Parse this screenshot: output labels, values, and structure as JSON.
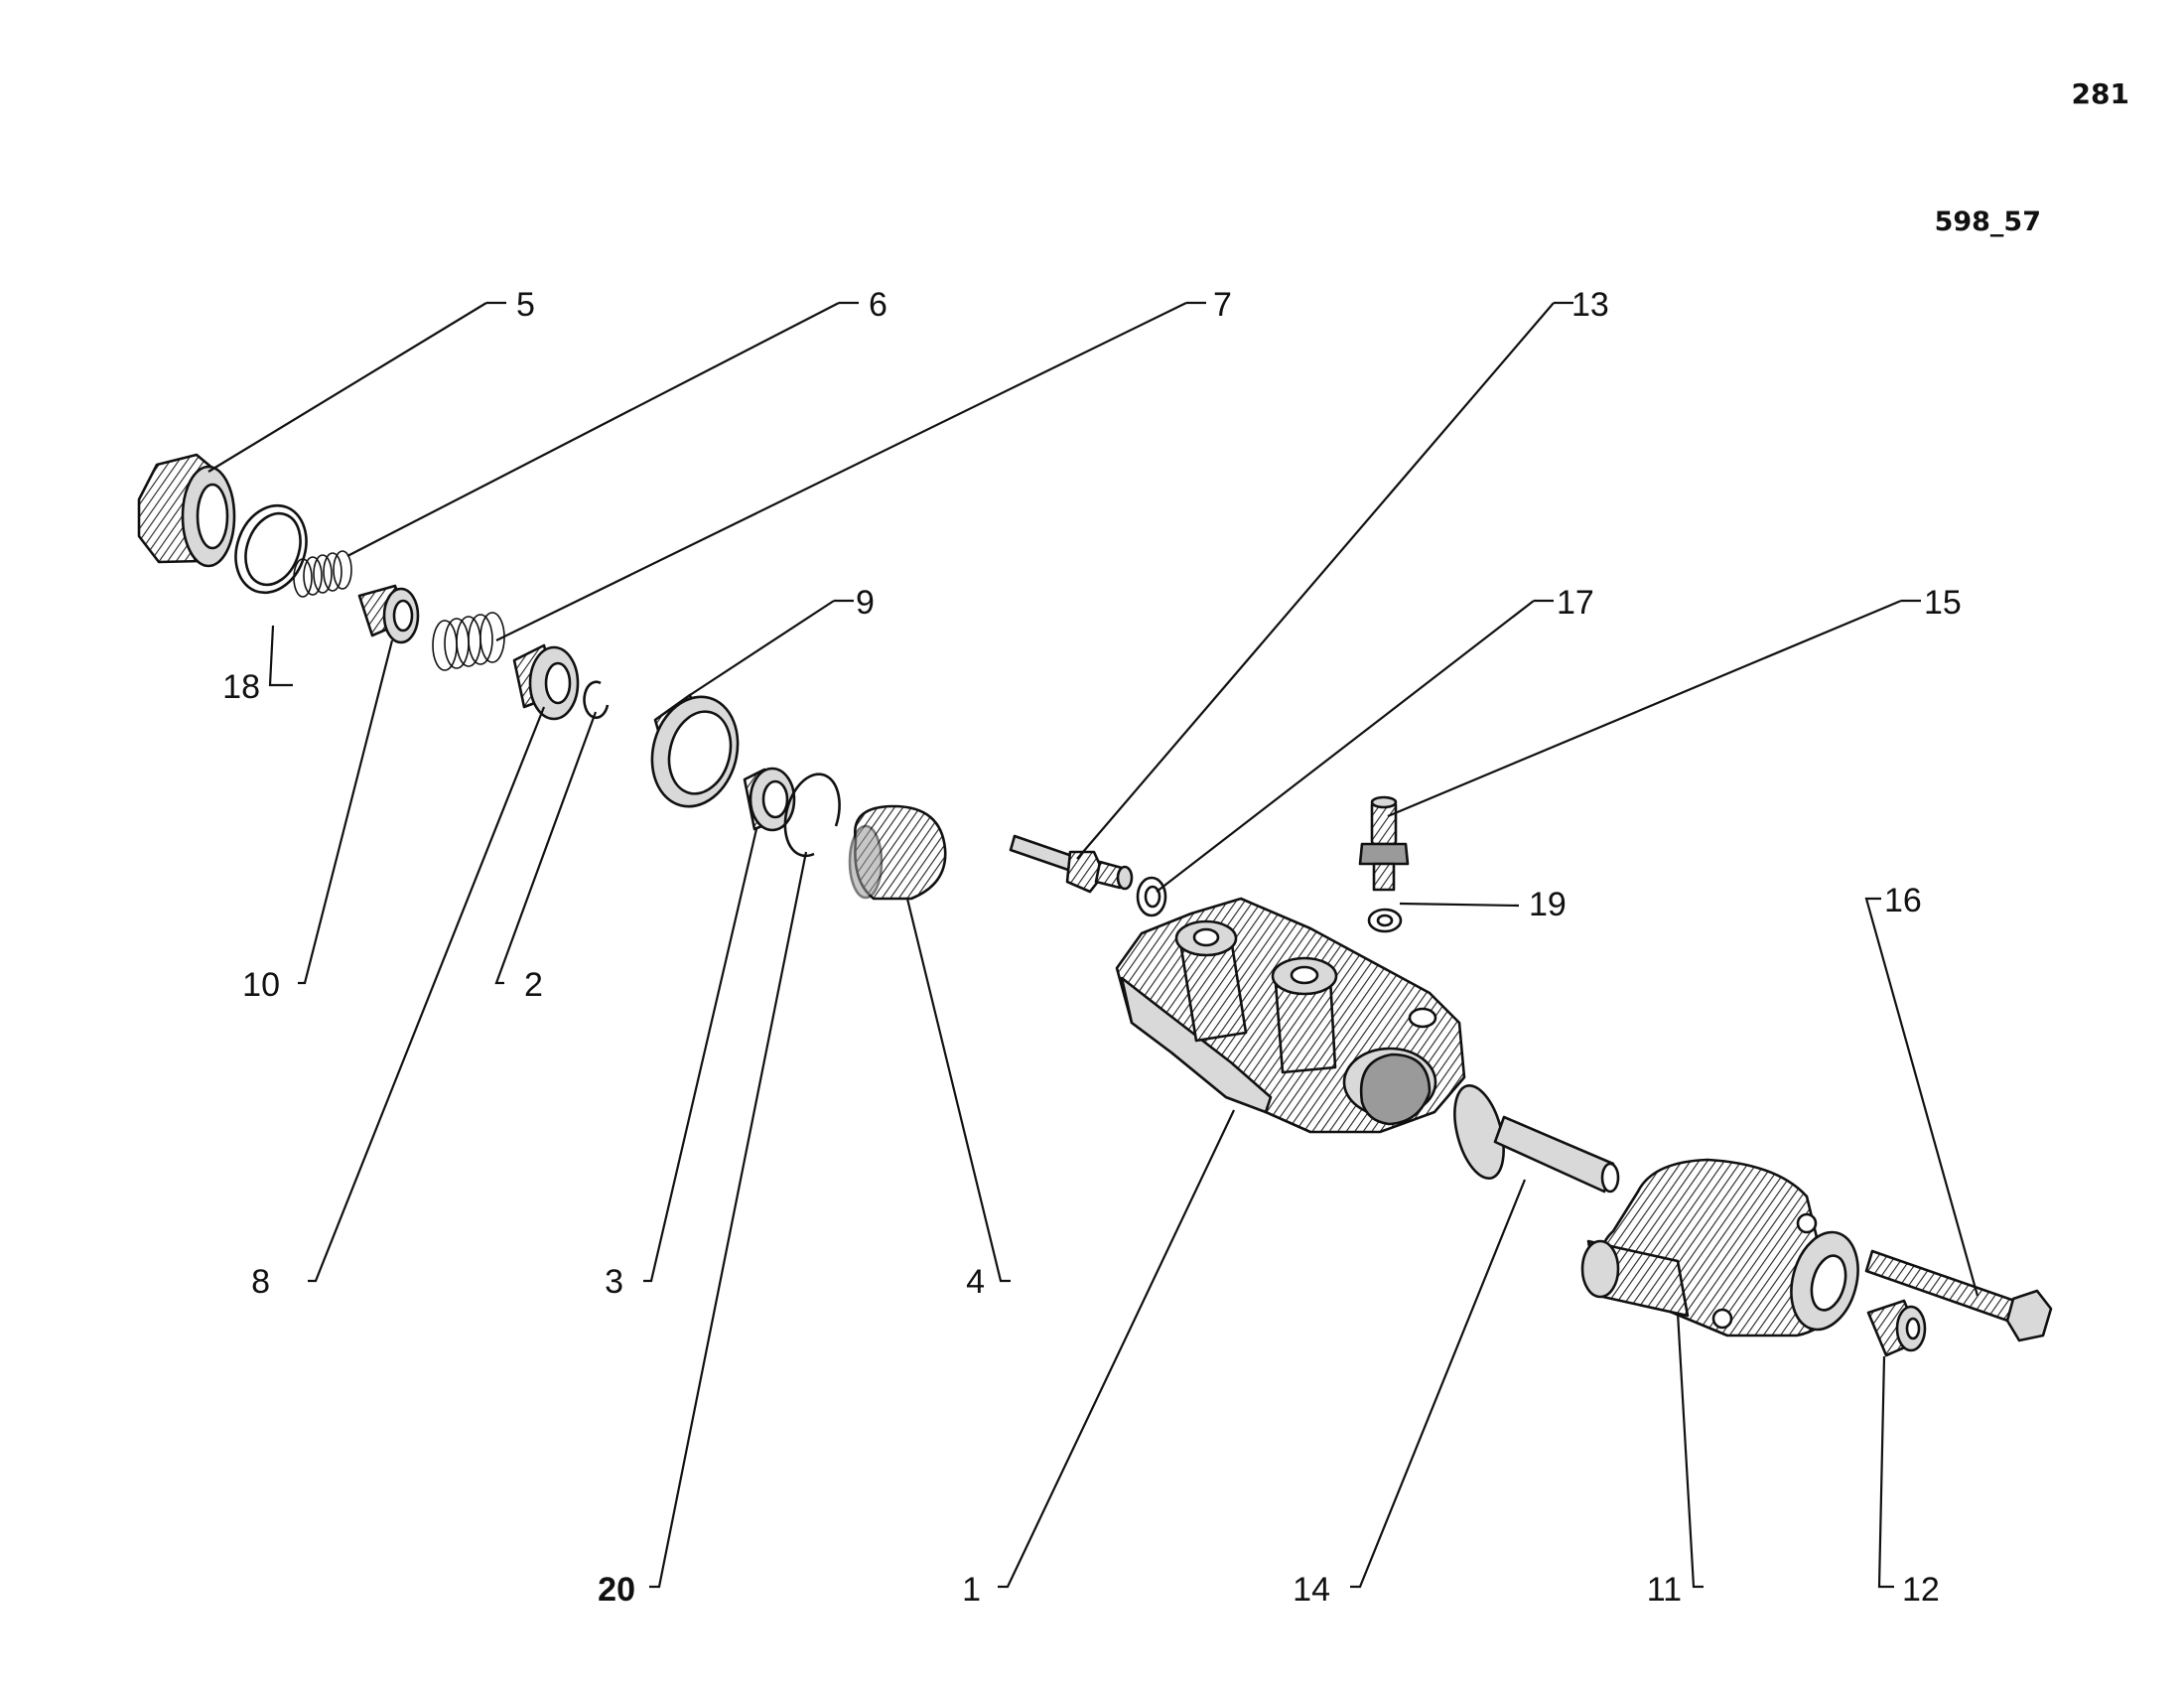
{
  "page_number": "281",
  "figure_code": "598_57",
  "callouts": [
    {
      "id": "c5",
      "text": "5"
    },
    {
      "id": "c6",
      "text": "6"
    },
    {
      "id": "c7",
      "text": "7"
    },
    {
      "id": "c13",
      "text": "13"
    },
    {
      "id": "c9",
      "text": "9"
    },
    {
      "id": "c17",
      "text": "17"
    },
    {
      "id": "c15",
      "text": "15"
    },
    {
      "id": "c18",
      "text": "18"
    },
    {
      "id": "c19",
      "text": "19"
    },
    {
      "id": "c16",
      "text": "16"
    },
    {
      "id": "c10",
      "text": "10"
    },
    {
      "id": "c2",
      "text": "2"
    },
    {
      "id": "c8",
      "text": "8"
    },
    {
      "id": "c3",
      "text": "3"
    },
    {
      "id": "c4",
      "text": "4"
    },
    {
      "id": "c20",
      "text": "20"
    },
    {
      "id": "c1",
      "text": "1"
    },
    {
      "id": "c14",
      "text": "14"
    },
    {
      "id": "c11",
      "text": "11"
    },
    {
      "id": "c12",
      "text": "12"
    }
  ]
}
